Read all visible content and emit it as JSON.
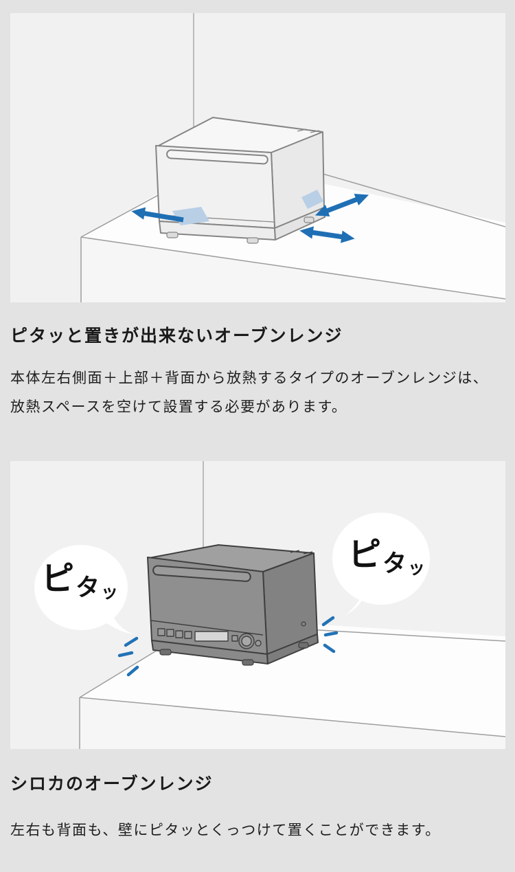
{
  "palette": {
    "page_background": "#e3e3e3",
    "panel_background": "#f1f1f1",
    "heading_color": "#1a1a1a",
    "body_color": "#1e1e1e",
    "arrow_blue": "#1f6fb4",
    "highlight_blue": "#b9cfe6",
    "bubble_white": "#ffffff",
    "counter_white": "#fdfdfd",
    "line_gray": "#9e9e9e"
  },
  "sections": [
    {
      "heading": "ピタッと置きが出来ないオーブンレンジ",
      "body": "本体左右側面＋上部＋背面から放熱するタイプのオーブンレンジは、放熱スペースを空けて設置する必要があります。",
      "illustration": {
        "name": "oven-needs-clearance-illustration",
        "icons": [
          "clearance-arrow-left-icon",
          "clearance-arrow-back-right-icon",
          "clearance-arrow-front-right-icon",
          "heat-gap-highlight"
        ]
      }
    },
    {
      "heading": "シロカのオーブンレンジ",
      "body": "左右も背面も、壁にピタッとくっつけて置くことができます。",
      "illustration": {
        "name": "siroca-oven-flush-illustration",
        "icons": [
          "flush-sparkle-left-icon",
          "flush-sparkle-right-icon"
        ],
        "bubble_left": {
          "c1": "ピ",
          "c2": "タ",
          "c3": "ッ"
        },
        "bubble_right": {
          "c1": "ピ",
          "c2": "タ",
          "c3": "ッ"
        }
      }
    }
  ]
}
